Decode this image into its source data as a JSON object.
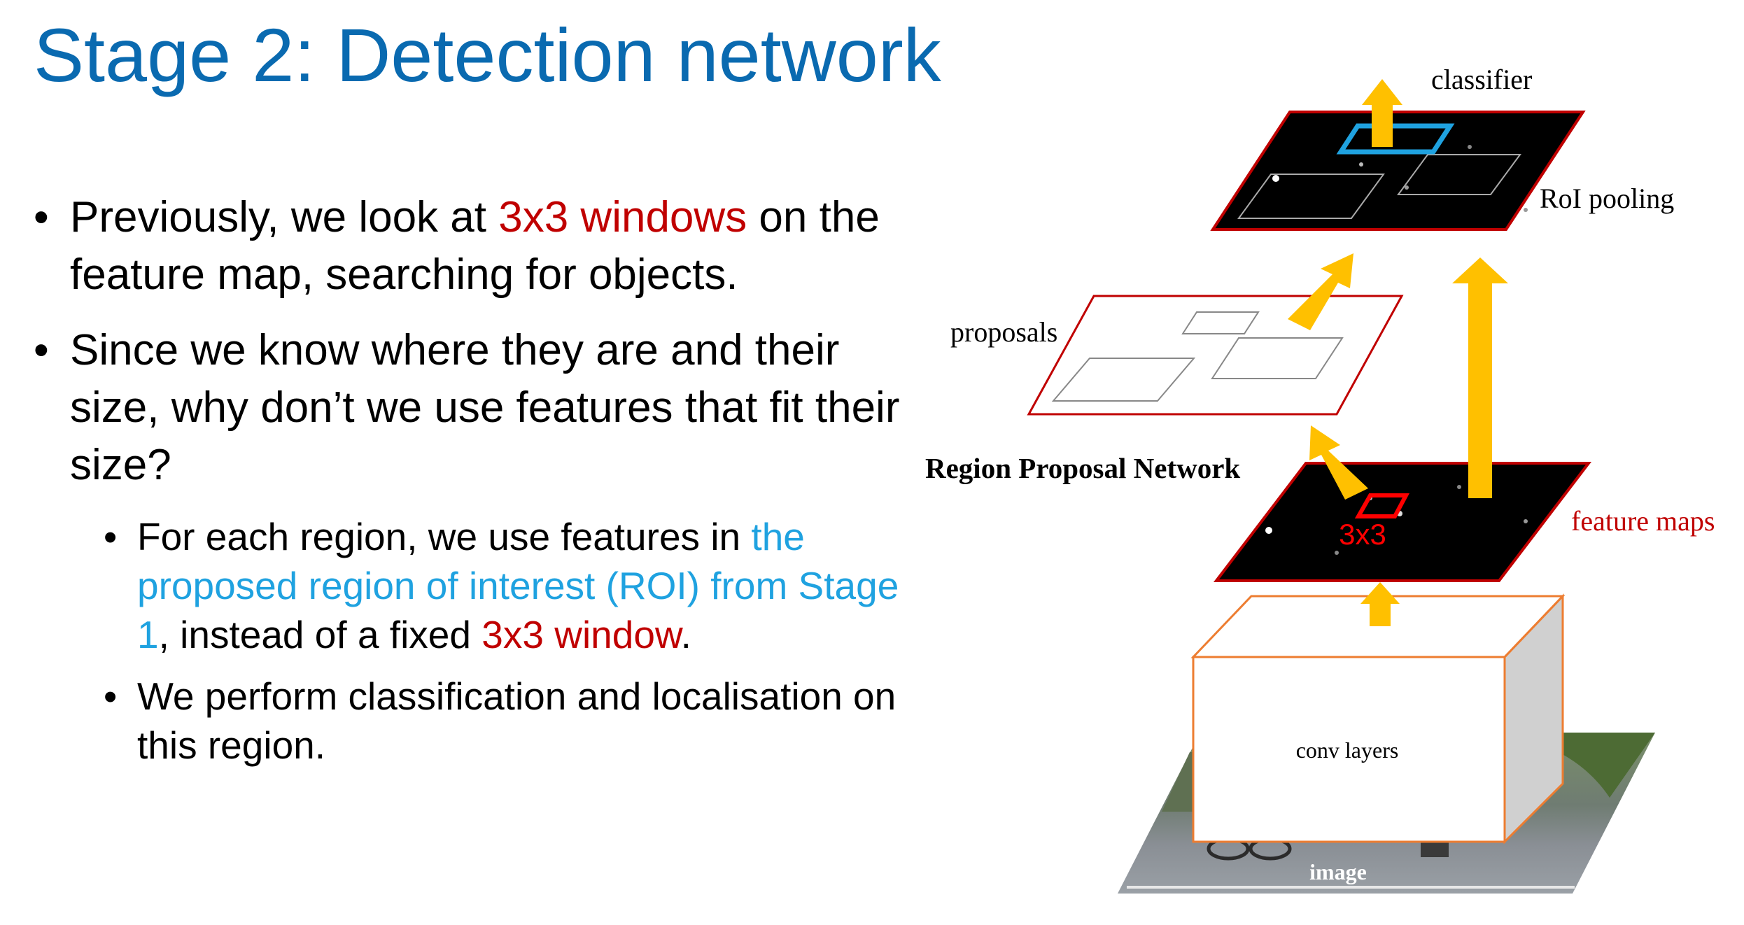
{
  "title": "Stage 2: Detection network",
  "bullets": [
    {
      "dot": "•",
      "segments": [
        {
          "text": "Previously, we look at ",
          "color": "#000000"
        },
        {
          "text": "3x3 windows",
          "color": "#c00000"
        },
        {
          "text": " on the feature map, searching for objects.",
          "color": "#000000"
        }
      ]
    },
    {
      "dot": "•",
      "segments": [
        {
          "text": "Since we know where they are and their size, why don’t we use features that fit their size?",
          "color": "#000000"
        }
      ]
    }
  ],
  "sub_bullets": [
    {
      "dot": "•",
      "segments": [
        {
          "text": "For each region, we use features in ",
          "color": "#000000"
        },
        {
          "text": "the proposed region of interest (ROI) from Stage 1",
          "color": "#1fa2e0"
        },
        {
          "text": ", instead of a fixed ",
          "color": "#000000"
        },
        {
          "text": "3x3 window",
          "color": "#c00000"
        },
        {
          "text": ".",
          "color": "#000000"
        }
      ]
    },
    {
      "dot": "•",
      "segments": [
        {
          "text": "We perform classification and localisation on this region.",
          "color": "#000000"
        }
      ]
    }
  ],
  "diagram": {
    "labels": {
      "classifier": "classifier",
      "roi_pooling": "RoI pooling",
      "proposals": "proposals",
      "rpn": "Region Proposal Network",
      "feature_maps": "feature maps",
      "window": "3x3",
      "conv_layers": "conv layers",
      "image": "image"
    },
    "colors": {
      "arrow": "#ffc000",
      "map_border": "#c00000",
      "roi_box": "#1fa2e0",
      "conv_border": "#ed7d31",
      "feature_map_fill": "#000000",
      "title": "#0a6ab0"
    }
  }
}
